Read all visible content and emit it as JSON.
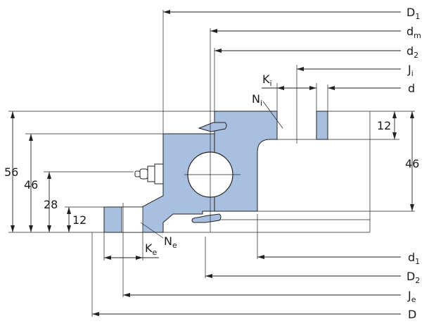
{
  "labels": {
    "D1": {
      "main": "D",
      "sub": "1"
    },
    "dm": {
      "main": "d",
      "sub": "m"
    },
    "d2": {
      "main": "d",
      "sub": "2"
    },
    "Ji": {
      "main": "J",
      "sub": "i"
    },
    "d": {
      "main": "d",
      "sub": ""
    },
    "Ki": {
      "main": "K",
      "sub": "i"
    },
    "Ni": {
      "main": "N",
      "sub": "i"
    },
    "Ke": {
      "main": "K",
      "sub": "e"
    },
    "Ne": {
      "main": "N",
      "sub": "e"
    },
    "d1": {
      "main": "d",
      "sub": "1"
    },
    "D2": {
      "main": "D",
      "sub": "2"
    },
    "Je": {
      "main": "J",
      "sub": "e"
    },
    "D": {
      "main": "D",
      "sub": ""
    }
  },
  "dimensions": {
    "h56": "56",
    "h46_left": "46",
    "h28": "28",
    "h12_left": "12",
    "h12_right": "12",
    "h46_right": "46"
  },
  "colors": {
    "ring_fill": "#a8bfe0",
    "outline": "#222222"
  }
}
